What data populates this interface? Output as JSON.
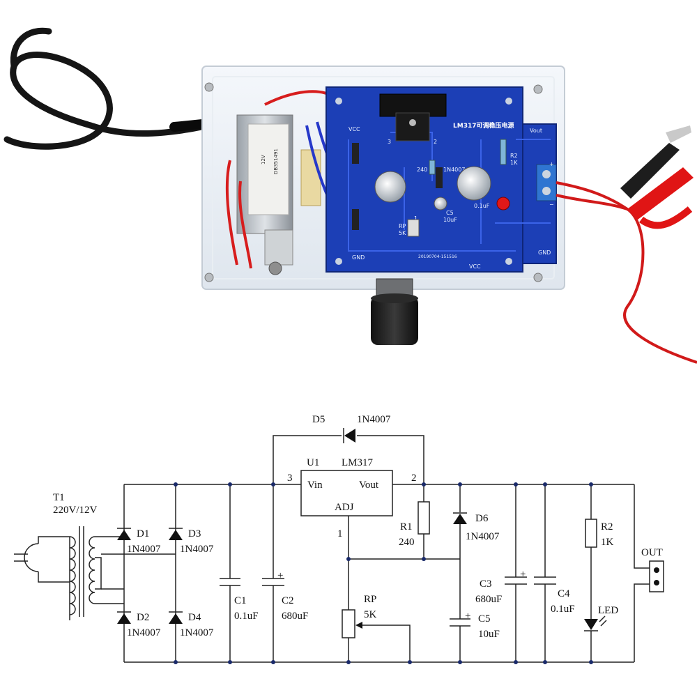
{
  "photo": {
    "board_title": "LM317可调稳压电源",
    "vcc": "VCC",
    "vout": "Vout",
    "gnd": "GND",
    "gnd_bottom": "GND",
    "vcc_bottom": "VCC",
    "rp_label": "RP",
    "rp_value": "5K",
    "c5_label": "C5",
    "c5_value": "10uF",
    "c4_value": "0.1uF",
    "r1_value": "240",
    "r2_label": "R2",
    "r2_value": "1K",
    "d6_label": "1N4007",
    "transformer_code": "DB351491",
    "transformer_spec": "12V",
    "serial": "20190704-151516",
    "plus": "+",
    "minus": "−",
    "pin3": "3",
    "pin2": "2",
    "pin1": "1"
  },
  "schematic": {
    "t1_name": "T1",
    "t1_rating": "220V/12V",
    "d1": "D1",
    "d1_part": "1N4007",
    "d2": "D2",
    "d2_part": "1N4007",
    "d3": "D3",
    "d3_part": "1N4007",
    "d4": "D4",
    "d4_part": "1N4007",
    "d5": "D5",
    "d5_part": "1N4007",
    "d6": "D6",
    "d6_part": "1N4007",
    "c1": "C1",
    "c1_value": "0.1uF",
    "c2": "C2",
    "c2_value": "680uF",
    "c3": "C3",
    "c3_value": "680uF",
    "c4": "C4",
    "c4_value": "0.1uF",
    "c5": "C5",
    "c5_value": "10uF",
    "u1": "U1",
    "u1_part": "LM317",
    "vin": "Vin",
    "vout": "Vout",
    "adj": "ADJ",
    "pin3": "3",
    "pin2": "2",
    "pin1": "1",
    "r1": "R1",
    "r1_value": "240",
    "r2": "R2",
    "r2_value": "1K",
    "rp": "RP",
    "rp_value": "5K",
    "led": "LED",
    "out": "OUT",
    "plus": "+"
  }
}
